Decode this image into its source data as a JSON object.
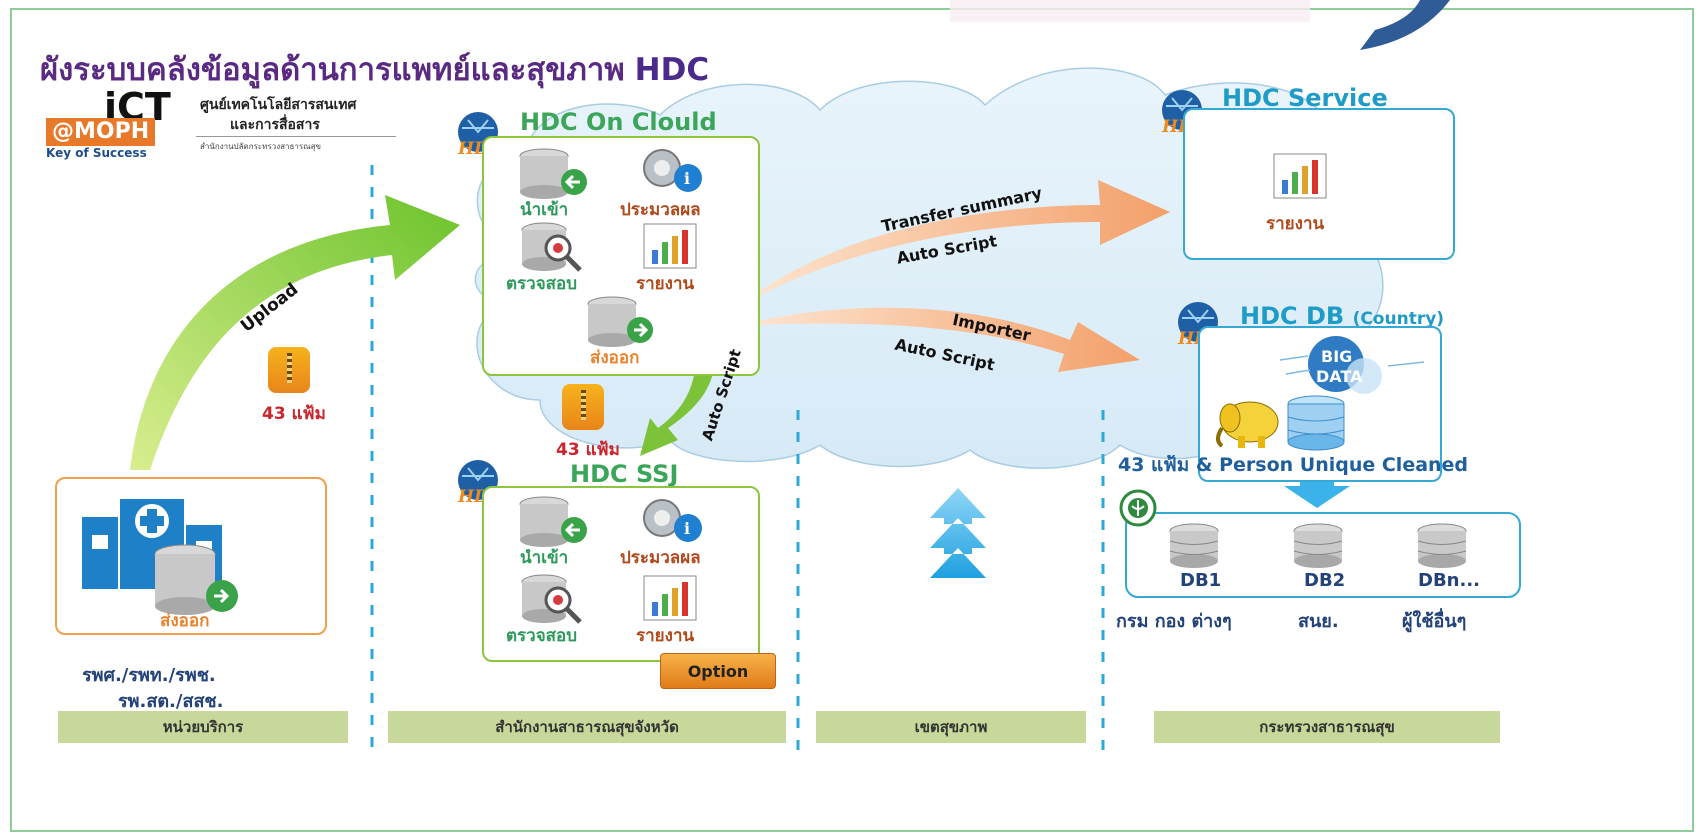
{
  "title": {
    "text": "ผังระบบคลังข้อมูลด้านการแพทย์และสุขภาพ",
    "brand": "HDC"
  },
  "logo": {
    "ict": "iCT",
    "moph": "@MOPH",
    "slogan": "Key of Success",
    "org_line1": "ศูนย์เทคโนโลยีสารสนเทศ",
    "org_line2": "และการสื่อสาร",
    "org_line3": "สำนักงานปลัดกระทรวงสาธารณสุข"
  },
  "unit": {
    "export_label": "ส่งออก",
    "file_label": "43 แฟ้ม",
    "caption_line1": "รพศ./รพท./รพช.",
    "caption_line2": "รพ.สต./สสช."
  },
  "upload_label": "Upload",
  "cloud": {
    "title": "HDC On Clould",
    "import_label": "นำเข้า",
    "process_label": "ประมวลผล",
    "verify_label": "ตรวจสอบ",
    "report_label": "รายงาน",
    "export_label": "ส่งออก",
    "file_label": "43 แฟ้ม",
    "auto_script": "Auto Script"
  },
  "ssj": {
    "title": "HDC SSJ",
    "import_label": "นำเข้า",
    "process_label": "ประมวลผล",
    "verify_label": "ตรวจสอบ",
    "report_label": "รายงาน",
    "option_label": "Option"
  },
  "arrows": {
    "transfer_line1": "Transfer summary",
    "transfer_line2": "Auto Script",
    "importer_line1": "Importer",
    "importer_line2": "Auto Script"
  },
  "service": {
    "title": "HDC Service",
    "report_label": "รายงาน"
  },
  "db": {
    "title": "HDC DB",
    "title_suffix": "(Country)",
    "bigdata_line1": "BIG",
    "bigdata_line2": "DATA",
    "caption": "43 แฟ้ม & Person Unique Cleaned"
  },
  "ministry_dbs": {
    "items": [
      {
        "label": "DB1",
        "user": "กรม กอง ต่างๆ"
      },
      {
        "label": "DB2",
        "user": "สนย."
      },
      {
        "label": "DBn...",
        "user": "ผู้ใช้อื่นๆ"
      }
    ]
  },
  "footer": {
    "col1": "หน่วยบริการ",
    "col2": "สำนักงานสาธารณสุขจังหวัด",
    "col3": "เขตสุขภาพ",
    "col4": "กระทรวงสาธารณสุข"
  },
  "colors": {
    "accent_green": "#8cc63f",
    "accent_blue": "#35a9d6",
    "title_purple": "#5a2a82",
    "footer_bg": "#c7d89a"
  }
}
